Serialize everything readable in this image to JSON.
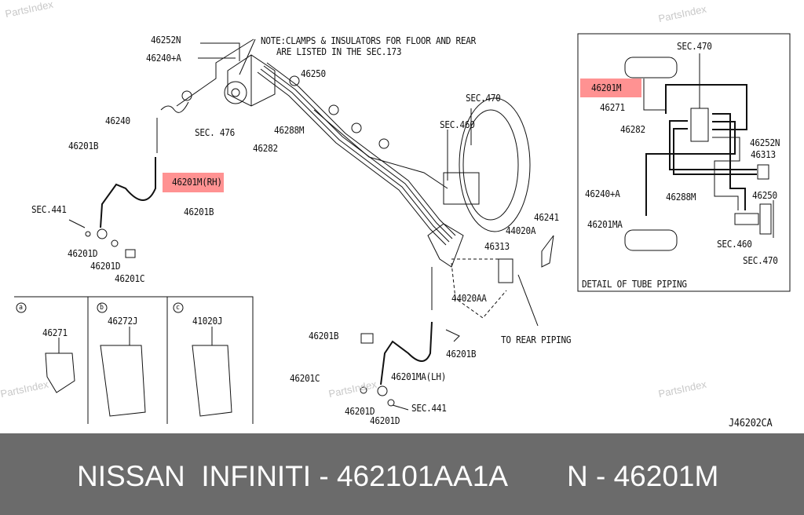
{
  "diagram": {
    "note_line1": "NOTE:CLAMPS & INSULATORS FOR FLOOR AND REAR",
    "note_line2": "ARE LISTED IN THE SEC.173",
    "main_labels": {
      "l46252N": "46252N",
      "l46240A": "46240+A",
      "l46250": "46250",
      "l46240": "46240",
      "sec476": "SEC. 476",
      "l46288M": "46288M",
      "l46282": "46282",
      "l46201B_a": "46201B",
      "sec470": "SEC.470",
      "sec460": "SEC.460",
      "l46201M_rh": "46201M(RH)",
      "sec441_a": "SEC.441",
      "l46201B_b": "46201B",
      "l46201D_a": "46201D",
      "l46201D_b": "46201D",
      "l46201C_a": "46201C",
      "l46241": "46241",
      "l44020A": "44020A",
      "l46313": "46313",
      "l44020AA": "44020AA",
      "to_rear": "TO REAR PIPING",
      "l46201B_c": "46201B",
      "l46201B_d": "46201B",
      "l46201C_b": "46201C",
      "l46201MA_lh": "46201MA(LH)",
      "l46201D_c": "46201D",
      "l46201D_d": "46201D",
      "sec441_b": "SEC.441"
    },
    "clip_boxes": [
      {
        "letter": "a",
        "part": "46271"
      },
      {
        "letter": "b",
        "part": "46272J"
      },
      {
        "letter": "c",
        "part": "41020J"
      }
    ],
    "detail": {
      "title": "DETAIL OF TUBE PIPING",
      "sec470_top": "SEC.470",
      "l46201M": "46201M",
      "l46271": "46271",
      "l46282": "46282",
      "l46252N": "46252N",
      "l46313": "46313",
      "l46240A": "46240+A",
      "l46288M": "46288M",
      "l46250": "46250",
      "l46201MA": "46201MA",
      "sec460": "SEC.460",
      "sec470_bottom": "SEC.470"
    },
    "diagram_code": "J46202CA",
    "watermark": "PartsIndex",
    "highlight_color": "#f77777"
  },
  "footer": {
    "brand": "NISSAN  INFINITI - 462101AA1A",
    "part": "N - 46201M"
  }
}
